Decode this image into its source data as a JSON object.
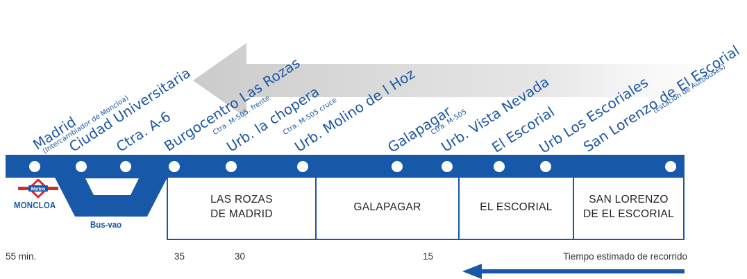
{
  "stops": [
    {
      "name": "Madrid",
      "sub": "(Intercambiador de Moncloa)"
    },
    {
      "name": "Ciudad Universitaria",
      "sub": ""
    },
    {
      "name": "Ctra. A-6",
      "sub": ""
    },
    {
      "name": "Burgocentro Las Rozas",
      "sub": ""
    },
    {
      "name": "Urb. la chopera",
      "sub": "Ctra. M-505. frente"
    },
    {
      "name": "Urb. Molino de l Hoz",
      "sub": "Ctra. M-505 cruce"
    },
    {
      "name": "Galapagar",
      "sub": ""
    },
    {
      "name": "Urb. Vista Nevada",
      "sub": "Ctra. M-505"
    },
    {
      "name": "El Escorial",
      "sub": ""
    },
    {
      "name": "Urb Los Escoriales",
      "sub": ""
    },
    {
      "name": "San Lorenzo de El Escorial",
      "sub": "(Estación de Autobuses)"
    }
  ],
  "zones": [
    {
      "label": "LAS ROZAS\nDE MADRID"
    },
    {
      "label": "GALAPAGAR"
    },
    {
      "label": "EL ESCORIAL"
    },
    {
      "label": "SAN LORENZO\nDE EL ESCORIAL"
    }
  ],
  "times": [
    "55 min.",
    "35",
    "30",
    "15"
  ],
  "legend": "Tiempo estimado de recorrido",
  "metro": {
    "badge": "Metro",
    "station": "MONCLOA"
  },
  "busvao": "Bus-vao",
  "colors": {
    "line": "#1758a8",
    "metro_red": "#d62b2b",
    "arrow_gray": "#d9d9d9"
  }
}
